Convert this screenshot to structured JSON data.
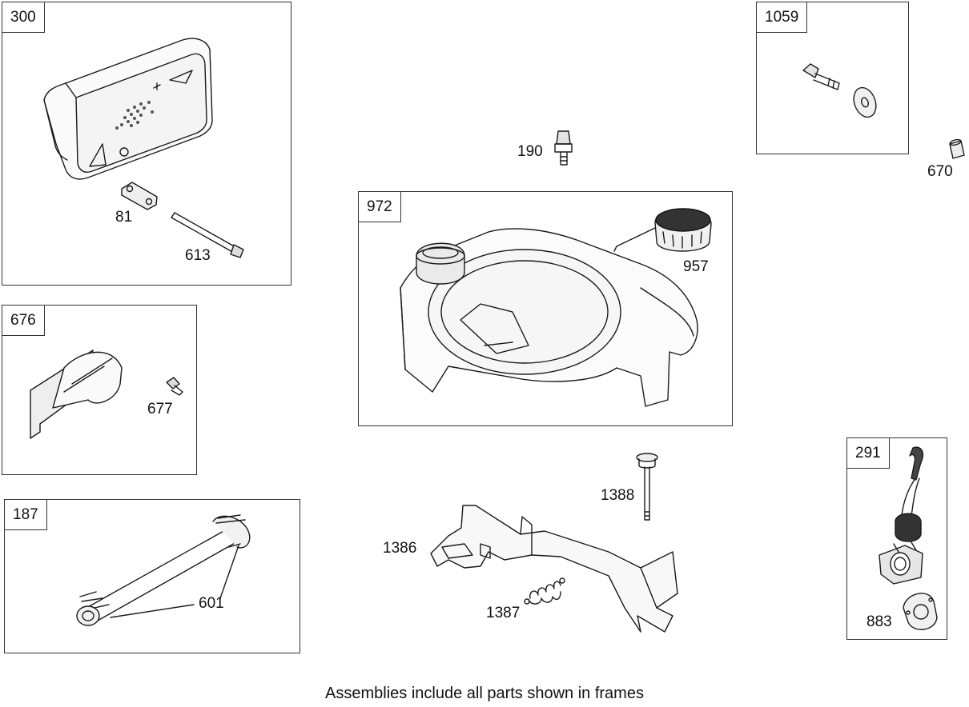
{
  "frames": {
    "f300": "300",
    "f1059": "1059",
    "f972": "972",
    "f676": "676",
    "f187": "187",
    "f291": "291"
  },
  "callouts": {
    "p81": "81",
    "p613": "613",
    "p190": "190",
    "p670": "670",
    "p957": "957",
    "p677": "677",
    "p601": "601",
    "p1388": "1388",
    "p1386": "1386",
    "p1387": "1387",
    "p883": "883"
  },
  "footer": "Assemblies include all parts shown in frames"
}
